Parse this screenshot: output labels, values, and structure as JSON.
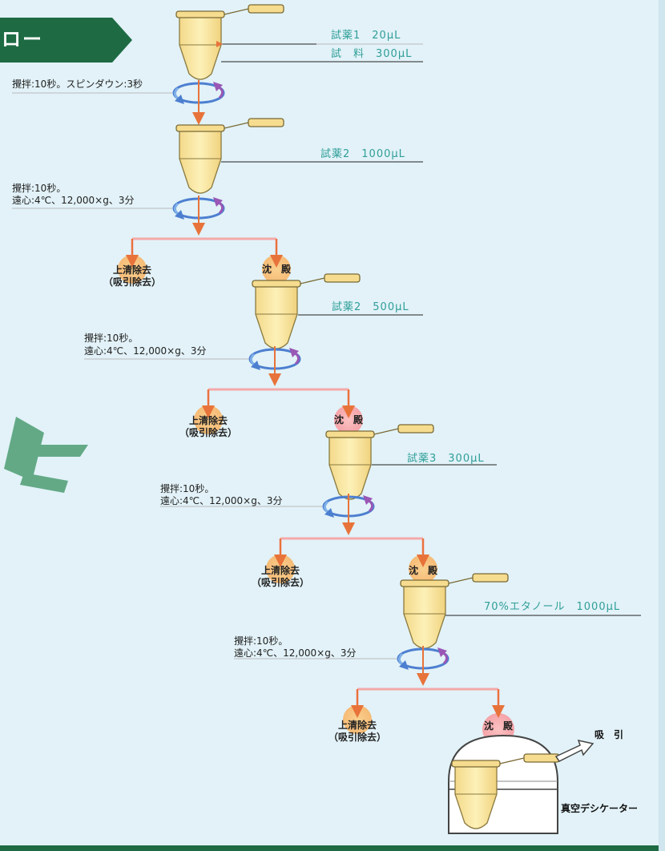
{
  "header": {
    "label": "ロー"
  },
  "steps": [
    {
      "reagents": [
        "試薬1　20μL",
        "試　料　300μL"
      ],
      "ops": [
        "攪拌:10秒。スピンダウン:3秒"
      ]
    },
    {
      "reagents": [
        "試薬2　1000μL"
      ],
      "ops": [
        "攪拌:10秒。",
        "遠心:4℃、12,000×g、3分"
      ]
    },
    {
      "reagents": [
        "試薬2　500μL"
      ],
      "ops": [
        "攪拌:10秒。",
        "遠心:4℃、12,000×g、3分"
      ]
    },
    {
      "reagents": [
        "試薬3　300μL"
      ],
      "ops": [
        "攪拌:10秒。",
        "遠心:4℃、12,000×g、3分"
      ]
    },
    {
      "reagents": [
        "70%エタノール　1000μL"
      ],
      "ops": [
        "攪拌:10秒。",
        "遠心:4℃、12,000×g、3分"
      ]
    }
  ],
  "waste": {
    "line1": "上清除去",
    "line2": "（吸引除去）"
  },
  "precipitate": "沈　殿",
  "desiccator": {
    "label": "真空デシケーター",
    "suction": "吸　引"
  },
  "colors": {
    "reagent_text": "#2f9e98",
    "header_bg": "#1e6b43",
    "arrow": "#e8733a",
    "branch_line": "#f4a9a9",
    "circle": "#f6c98a",
    "tube_fill": "#fbeaa6"
  }
}
